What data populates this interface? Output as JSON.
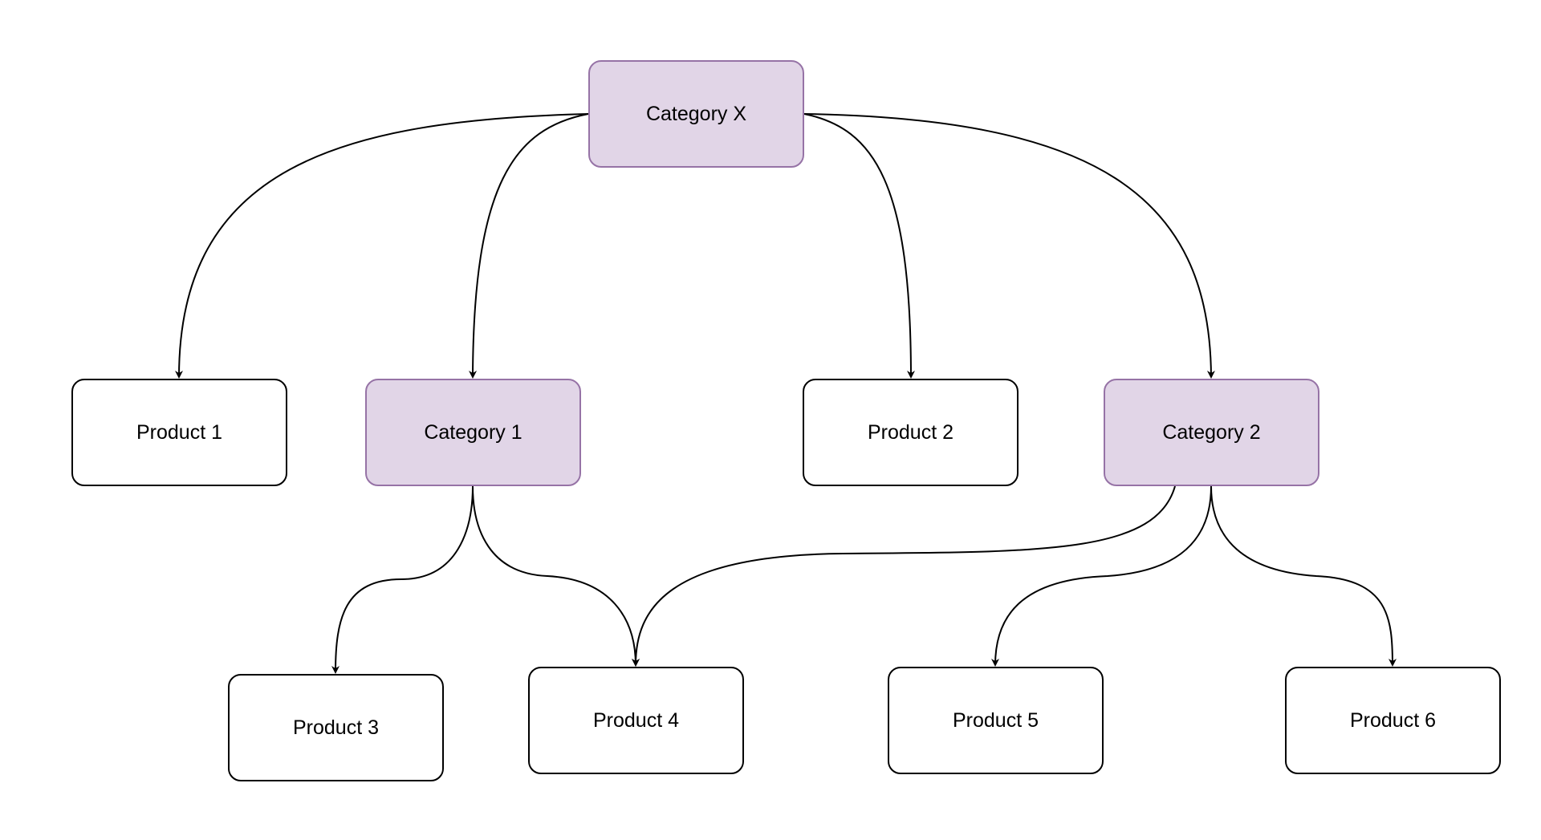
{
  "diagram": {
    "colors": {
      "category_fill": "#e1d5e7",
      "category_border": "#9673a6",
      "product_fill": "#ffffff",
      "product_border": "#000000",
      "edge": "#000000"
    },
    "nodes": {
      "category_x": "Category X",
      "category_1": "Category 1",
      "category_2": "Category 2",
      "product_1": "Product 1",
      "product_2": "Product 2",
      "product_3": "Product 3",
      "product_4": "Product 4",
      "product_5": "Product 5",
      "product_6": "Product 6"
    },
    "edges": [
      {
        "from": "Category X",
        "to": "Product 1"
      },
      {
        "from": "Category X",
        "to": "Category 1"
      },
      {
        "from": "Category X",
        "to": "Product 2"
      },
      {
        "from": "Category X",
        "to": "Category 2"
      },
      {
        "from": "Category 1",
        "to": "Product 3"
      },
      {
        "from": "Category 1",
        "to": "Product 4"
      },
      {
        "from": "Category 2",
        "to": "Product 4"
      },
      {
        "from": "Category 2",
        "to": "Product 5"
      },
      {
        "from": "Category 2",
        "to": "Product 6"
      }
    ]
  }
}
